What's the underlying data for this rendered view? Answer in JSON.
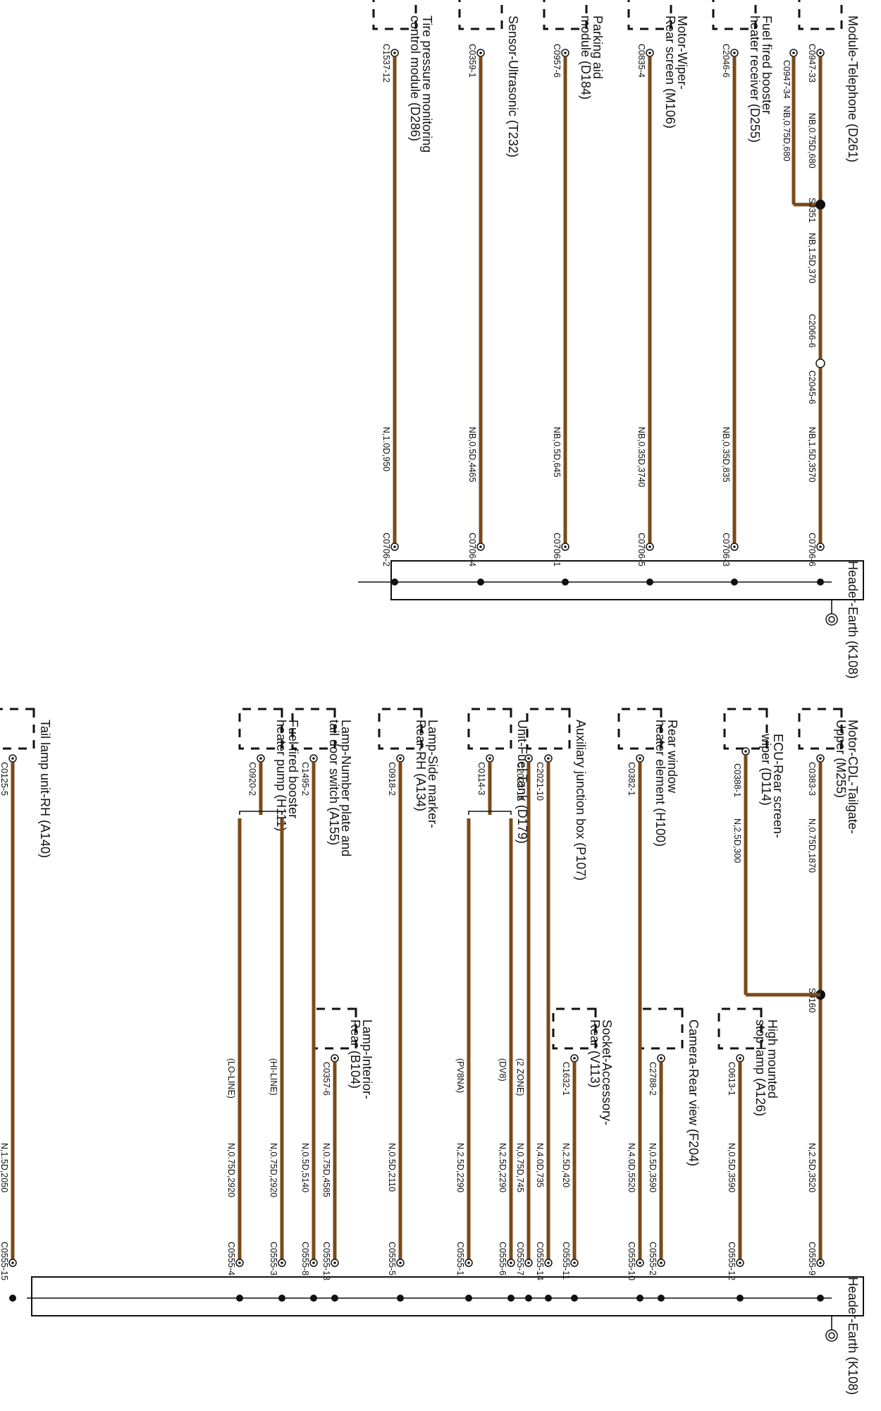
{
  "top_section": {
    "header_earth_label": "Header-Earth (K108)",
    "splice": "SJ351",
    "inline_pair": {
      "a": "C2066-6",
      "b": "C2045-6"
    },
    "rows": [
      {
        "component": [
          "Module-Telephone (D261)"
        ],
        "pin": "C0947-33",
        "wire": "NB,0.75D,680",
        "wire_after": "NB,1.5D,370",
        "wire_main": "NB,1.5D,3570",
        "earth_pin": "C0706-6",
        "branch": {
          "pin": "C0947-34",
          "wire": "NB,0.75D,680"
        }
      },
      {
        "component": [
          "Fuel fired booster",
          "heater receiver (D255)"
        ],
        "pin": "C2046-6",
        "wire": "NB,0.35D,835",
        "earth_pin": "C0706-3"
      },
      {
        "component": [
          "Motor-Wiper-",
          "Rear screen (M106)"
        ],
        "pin": "C0835-4",
        "wire": "NB,0.35D,3740",
        "earth_pin": "C0706-5"
      },
      {
        "component": [
          "Parking aid",
          "module (D184)"
        ],
        "pin": "C0957-6",
        "wire": "NB,0.5D,645",
        "earth_pin": "C0706-1"
      },
      {
        "component": [
          "Sensor-Ultrasonic (T232)"
        ],
        "pin": "C0359-1",
        "wire": "NB,0.5D,4465",
        "earth_pin": "C0706-4"
      },
      {
        "component": [
          "Tire pressure monitoring",
          "control module (D286)"
        ],
        "pin": "C1537-12",
        "wire": "N,1.0D,950",
        "earth_pin": "C0706-2"
      }
    ]
  },
  "bottom_section": {
    "header_earth_label": "Header-Earth (K108)",
    "splice": "SJ160",
    "rows": [
      {
        "component": [
          "Motor-CDL-Tailgate-",
          "Upper (M255)"
        ],
        "pin": "C0383-3",
        "wire": "N,0.75D,1870",
        "wire_main": "N,2.5D,3520",
        "earth_pin": "C0555-9"
      },
      {
        "component": [
          "ECU-Rear screen-",
          "wiper (D114)"
        ],
        "pin": "C0388-1",
        "wire": "N,2.5D,300"
      },
      {
        "component": [
          "High mounted",
          "stop lamp (A126)"
        ],
        "pin": "C0613-1",
        "wire": "N,0.5D,3590",
        "earth_pin": "C0555-12"
      },
      {
        "component": [
          "Camera-Rear view (F204)"
        ],
        "pin": "C2788-2",
        "wire": "N,0.5D,3590",
        "earth_pin": "C0555-2"
      },
      {
        "component": [
          "Rear window",
          "heater element (H100)"
        ],
        "pin": "C0382-1",
        "wire": "N,4.0D,5520",
        "earth_pin": "C0555-10"
      },
      {
        "component": [
          "Socket-Accessory-",
          "Rear (V113)"
        ],
        "pin": "C1632-1",
        "wire": "N,2.5D,420",
        "earth_pin": "C0555-11"
      },
      {
        "component": [
          "Auxiliary junction box (P107)"
        ],
        "pin": "C2021-10",
        "wire": "N,4.0D,735",
        "earth_pin": "C0555-14"
      },
      {
        "component": [
          ""
        ],
        "pin": "C2022-12",
        "wire": "N,0.75D,745",
        "earth_pin": "C0555-7",
        "variant": "(2 ZONE)"
      },
      {
        "component": [
          "Unit-Fuel Tank (D179)"
        ],
        "pin": "C0114-3",
        "branches": [
          {
            "variant": "(DV8)",
            "wire": "N,2.5D,2290",
            "earth_pin": "C0555-6"
          },
          {
            "variant": "(PV8NA)",
            "wire": "N,2.5D,2290",
            "earth_pin": "C0555-1"
          }
        ]
      },
      {
        "component": [
          "Lamp-Side marker-",
          "Rear-RH (A134)"
        ],
        "pin": "C0918-2",
        "wire": "N,0.5D,2110",
        "earth_pin": "C0555-5"
      },
      {
        "component": [
          "Lamp-Interior-",
          "Rear (B104)"
        ],
        "pin": "C0357-6",
        "wire": "N,0.75D,4585",
        "earth_pin": "C0555-13"
      },
      {
        "component": [
          "Lamp-Number plate and",
          "tail door switch (A155)"
        ],
        "pin": "C1495-2",
        "wire": "N,0.5D,5140",
        "earth_pin": "C0555-8"
      },
      {
        "component": [
          "Fuel fired booster",
          "heater pump (H111)"
        ],
        "pin": "C0920-2",
        "branches": [
          {
            "variant": "(HI-LINE)",
            "wire": "N,0.75D,2920",
            "earth_pin": "C0555-3"
          },
          {
            "variant": "(LO-LINE)",
            "wire": "N,0.75D,2920",
            "earth_pin": "C0555-4"
          }
        ]
      },
      {
        "component": [
          "Tail lamp unit-RH (A140)"
        ],
        "pin": "C0125-5",
        "wire": "N,1.5D,2050",
        "earth_pin": "C0555-15"
      }
    ]
  },
  "colors": {
    "wire": "#7a4a18",
    "line": "#111111",
    "background": "#ffffff"
  }
}
